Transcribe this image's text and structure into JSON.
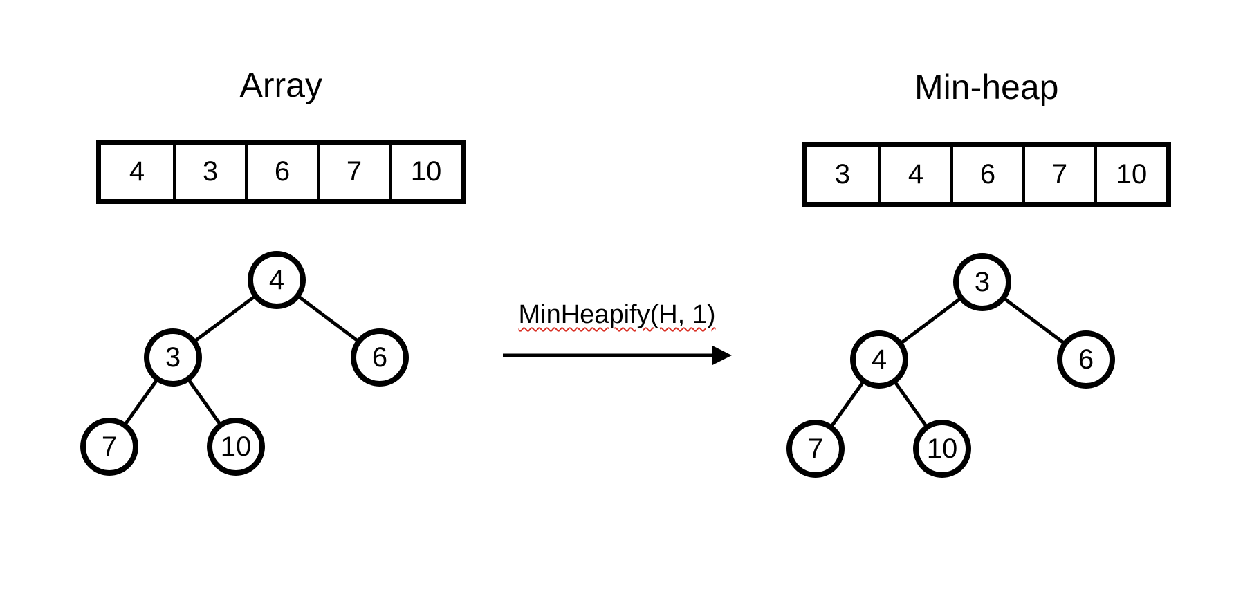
{
  "left_panel": {
    "title": "Array",
    "array": [
      "4",
      "3",
      "6",
      "7",
      "10"
    ],
    "tree": [
      "4",
      "3",
      "6",
      "7",
      "10"
    ]
  },
  "right_panel": {
    "title": "Min-heap",
    "array": [
      "3",
      "4",
      "6",
      "7",
      "10"
    ],
    "tree": [
      "3",
      "4",
      "6",
      "7",
      "10"
    ]
  },
  "operation": {
    "label": "MinHeapify(H, 1)"
  },
  "colors": {
    "stroke": "#000000",
    "background": "#ffffff",
    "spellcheck_underline": "#d93025"
  }
}
